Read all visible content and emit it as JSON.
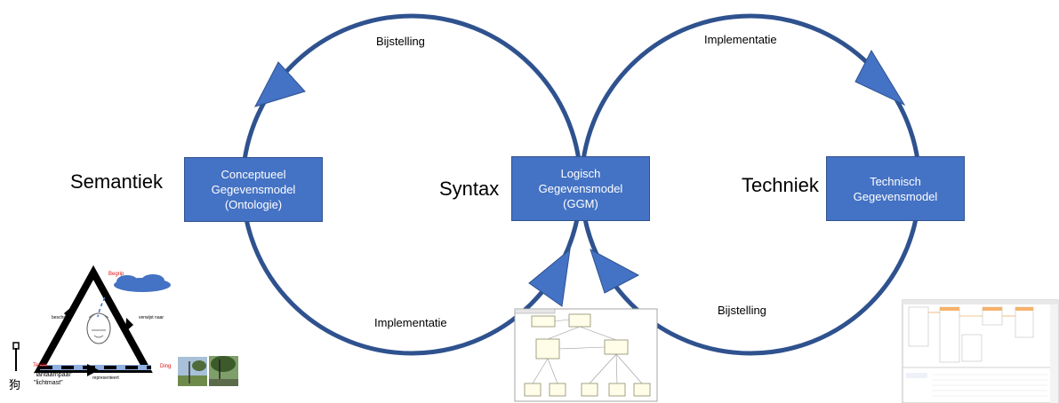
{
  "labels": {
    "semantiek": "Semantiek",
    "syntax": "Syntax",
    "techniek": "Techniek",
    "bijstelling_top": "Bijstelling",
    "implementatie_top": "Implementatie",
    "implementatie_bottom": "Implementatie",
    "bijstelling_bottom": "Bijstelling"
  },
  "boxes": {
    "conceptueel": "Conceptueel\nGegevensmodel\n(Ontologie)",
    "logisch": "Logisch\nGegevensmodel\n(GGM)",
    "technisch": "Technisch\nGegevensmodel"
  },
  "triangle": {
    "begrip": "Begrip",
    "teken": "Teken",
    "ding": "Ding",
    "verwijst_naar": "verwijst naar",
    "beschrijft": "beschrijft",
    "representeert": "representeert",
    "word1": "\"lantaarnpaal\"",
    "word2": "\"lichtmast\"",
    "hanzi": "狗"
  },
  "colors": {
    "circle": "#2f528f",
    "arrowhead": "#4472c4",
    "box": "#4472c4",
    "red": "#e01010"
  }
}
